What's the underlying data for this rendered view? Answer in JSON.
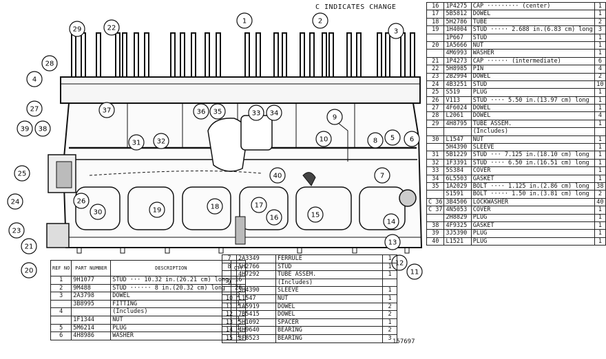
{
  "header_note": "C INDICATES CHANGE",
  "figure_number": "157697",
  "callouts": [
    "1",
    "2",
    "3",
    "4",
    "5",
    "6",
    "7",
    "8",
    "9",
    "10",
    "11",
    "12",
    "13",
    "14",
    "15",
    "16",
    "17",
    "18",
    "19",
    "20",
    "21",
    "22",
    "23",
    "24",
    "25",
    "26",
    "27",
    "28",
    "29",
    "30",
    "31",
    "32",
    "33",
    "34",
    "35",
    "36",
    "37",
    "38",
    "39",
    "40"
  ],
  "table_headers": {
    "ref": "REF NO",
    "part": "PART NUMBER",
    "desc": "DESCRIPTION",
    "qty": "QTY"
  },
  "parts_left": [
    {
      "ref": "1",
      "part": "9H1077",
      "desc": "STUD ··· 10.32 in.(26.21 cm) long",
      "qty": "16"
    },
    {
      "ref": "2",
      "part": "9M488",
      "desc": "STUD ······ 8 in.(20.32 cm) long",
      "qty": "26"
    },
    {
      "ref": "3",
      "part": "2A3798",
      "desc": "DOWEL",
      "qty": "2"
    },
    {
      "ref": "",
      "part": "3B8995",
      "desc": "FITTING",
      "qty": "1"
    },
    {
      "ref": "4",
      "part": "",
      "desc": "(Includes)",
      "qty": ""
    },
    {
      "ref": "",
      "part": "1F1344",
      "desc": "NUT",
      "qty": "1"
    },
    {
      "ref": "5",
      "part": "5M6214",
      "desc": "PLUG",
      "qty": "1"
    },
    {
      "ref": "6",
      "part": "4H8986",
      "desc": "WASHER",
      "qty": "1"
    }
  ],
  "parts_middle": [
    {
      "ref": "7",
      "part": "2A3349",
      "desc": "FERRULE",
      "qty": "1"
    },
    {
      "ref": "8",
      "part": "5H2766",
      "desc": "STUD",
      "qty": "1"
    },
    {
      "ref": "",
      "part": "4H7292",
      "desc": "TUBE ASSEM.",
      "qty": "1"
    },
    {
      "ref": "9",
      "part": "",
      "desc": "(Includes)",
      "qty": ""
    },
    {
      "ref": "",
      "part": "5H4390",
      "desc": "SLEEVE",
      "qty": "1"
    },
    {
      "ref": "10",
      "part": "L1547",
      "desc": "NUT",
      "qty": "1"
    },
    {
      "ref": "11",
      "part": "1A5919",
      "desc": "DOWEL",
      "qty": "2"
    },
    {
      "ref": "12",
      "part": "7B5415",
      "desc": "DOWEL",
      "qty": "2"
    },
    {
      "ref": "13",
      "part": "5H1092",
      "desc": "SPACER",
      "qty": "1"
    },
    {
      "ref": "14",
      "part": "4H9640",
      "desc": "BEARING",
      "qty": "2"
    },
    {
      "ref": "15",
      "part": "8F8523",
      "desc": "BEARING",
      "qty": "3"
    }
  ],
  "parts_right": [
    {
      "ref": "16",
      "part": "1P4275",
      "desc": "CAP ········· (center)",
      "qty": "1"
    },
    {
      "ref": "17",
      "part": "5B5812",
      "desc": "DOWEL",
      "qty": "1"
    },
    {
      "ref": "18",
      "part": "5H2786",
      "desc": "TUBE",
      "qty": "2"
    },
    {
      "ref": "19",
      "part": "1H4004",
      "desc": "STUD ····· 2.688 in.(6.83 cm) long",
      "qty": "3"
    },
    {
      "ref": "",
      "part": "1P667",
      "desc": "STUD",
      "qty": "1"
    },
    {
      "ref": "20",
      "part": "1A5666",
      "desc": "NUT",
      "qty": "1"
    },
    {
      "ref": "",
      "part": "4M6993",
      "desc": "WASHER",
      "qty": "1"
    },
    {
      "ref": "21",
      "part": "1P4273",
      "desc": "CAP ······ (intermediate)",
      "qty": "6"
    },
    {
      "ref": "22",
      "part": "5H8985",
      "desc": "PIN",
      "qty": "4"
    },
    {
      "ref": "23",
      "part": "2B2994",
      "desc": "DOWEL",
      "qty": "2"
    },
    {
      "ref": "24",
      "part": "4B3251",
      "desc": "STUD",
      "qty": "10"
    },
    {
      "ref": "25",
      "part": "S519",
      "desc": "PLUG",
      "qty": "1"
    },
    {
      "ref": "26",
      "part": "V113",
      "desc": "STUD ···· 5.50 in.(13.97 cm) long",
      "qty": "1"
    },
    {
      "ref": "27",
      "part": "4F6024",
      "desc": "DOWEL",
      "qty": "1"
    },
    {
      "ref": "28",
      "part": "L2061",
      "desc": "DOWEL",
      "qty": "4"
    },
    {
      "ref": "29",
      "part": "4H8795",
      "desc": "TUBE ASSEM.",
      "qty": "1"
    },
    {
      "ref": "",
      "part": "",
      "desc": "(Includes)",
      "qty": ""
    },
    {
      "ref": "30",
      "part": "L1547",
      "desc": "NUT",
      "qty": "1"
    },
    {
      "ref": "",
      "part": "5H4390",
      "desc": "SLEEVE",
      "qty": "1"
    },
    {
      "ref": "31",
      "part": "5B1229",
      "desc": "STUD ··· 7.125 in.(18.10 cm) long",
      "qty": "1"
    },
    {
      "ref": "32",
      "part": "1F3391",
      "desc": "STUD ···· 6.50 in.(16.51 cm) long",
      "qty": "1"
    },
    {
      "ref": "33",
      "part": "5S384",
      "desc": "COVER",
      "qty": "1"
    },
    {
      "ref": "34",
      "part": "6L5503",
      "desc": "GASKET",
      "qty": "1"
    },
    {
      "ref": "35",
      "part": "1A2029",
      "desc": "BOLT ···· 1.125 in.(2.86 cm) long",
      "qty": "38"
    },
    {
      "ref": "",
      "part": "S1591",
      "desc": "BOLT ····· 1.50 in.(3.81 cm) long",
      "qty": "2"
    },
    {
      "ref": "C 36",
      "part": "3B4506",
      "desc": "LOCKWASHER",
      "qty": "40"
    },
    {
      "ref": "C 37",
      "part": "4N5053",
      "desc": "COVER",
      "qty": "1"
    },
    {
      "ref": "",
      "part": "2H8829",
      "desc": "PLUG",
      "qty": "1"
    },
    {
      "ref": "38",
      "part": "4F9325",
      "desc": "GASKET",
      "qty": "1"
    },
    {
      "ref": "39",
      "part": "3J5390",
      "desc": "PLUG",
      "qty": "1"
    },
    {
      "ref": "40",
      "part": "L1521",
      "desc": "PLUG",
      "qty": "1"
    }
  ]
}
